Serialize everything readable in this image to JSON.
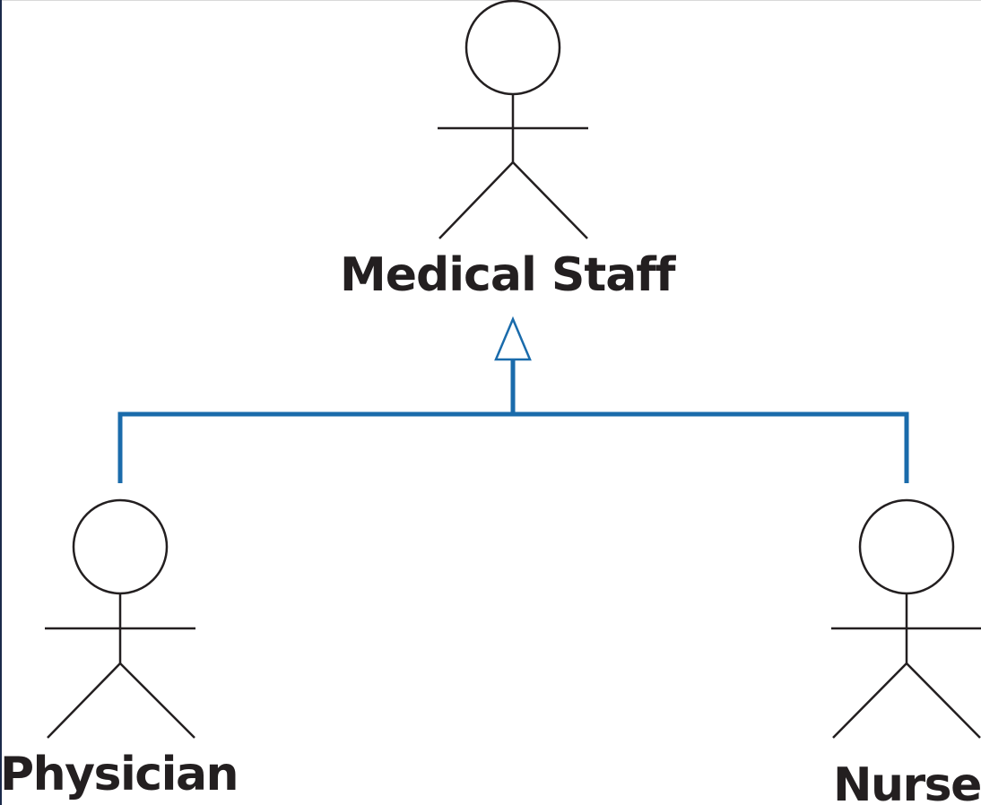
{
  "diagram": {
    "type": "uml-actor-generalization",
    "line_color": "#231f20",
    "accent_color": "#1a6bab",
    "parent_actor": {
      "label": "Medical Staff"
    },
    "child_actors": [
      {
        "label": "Physician"
      },
      {
        "label": "Nurse"
      }
    ],
    "relationship": {
      "kind": "generalization",
      "arrowhead": "hollow-triangle"
    }
  }
}
